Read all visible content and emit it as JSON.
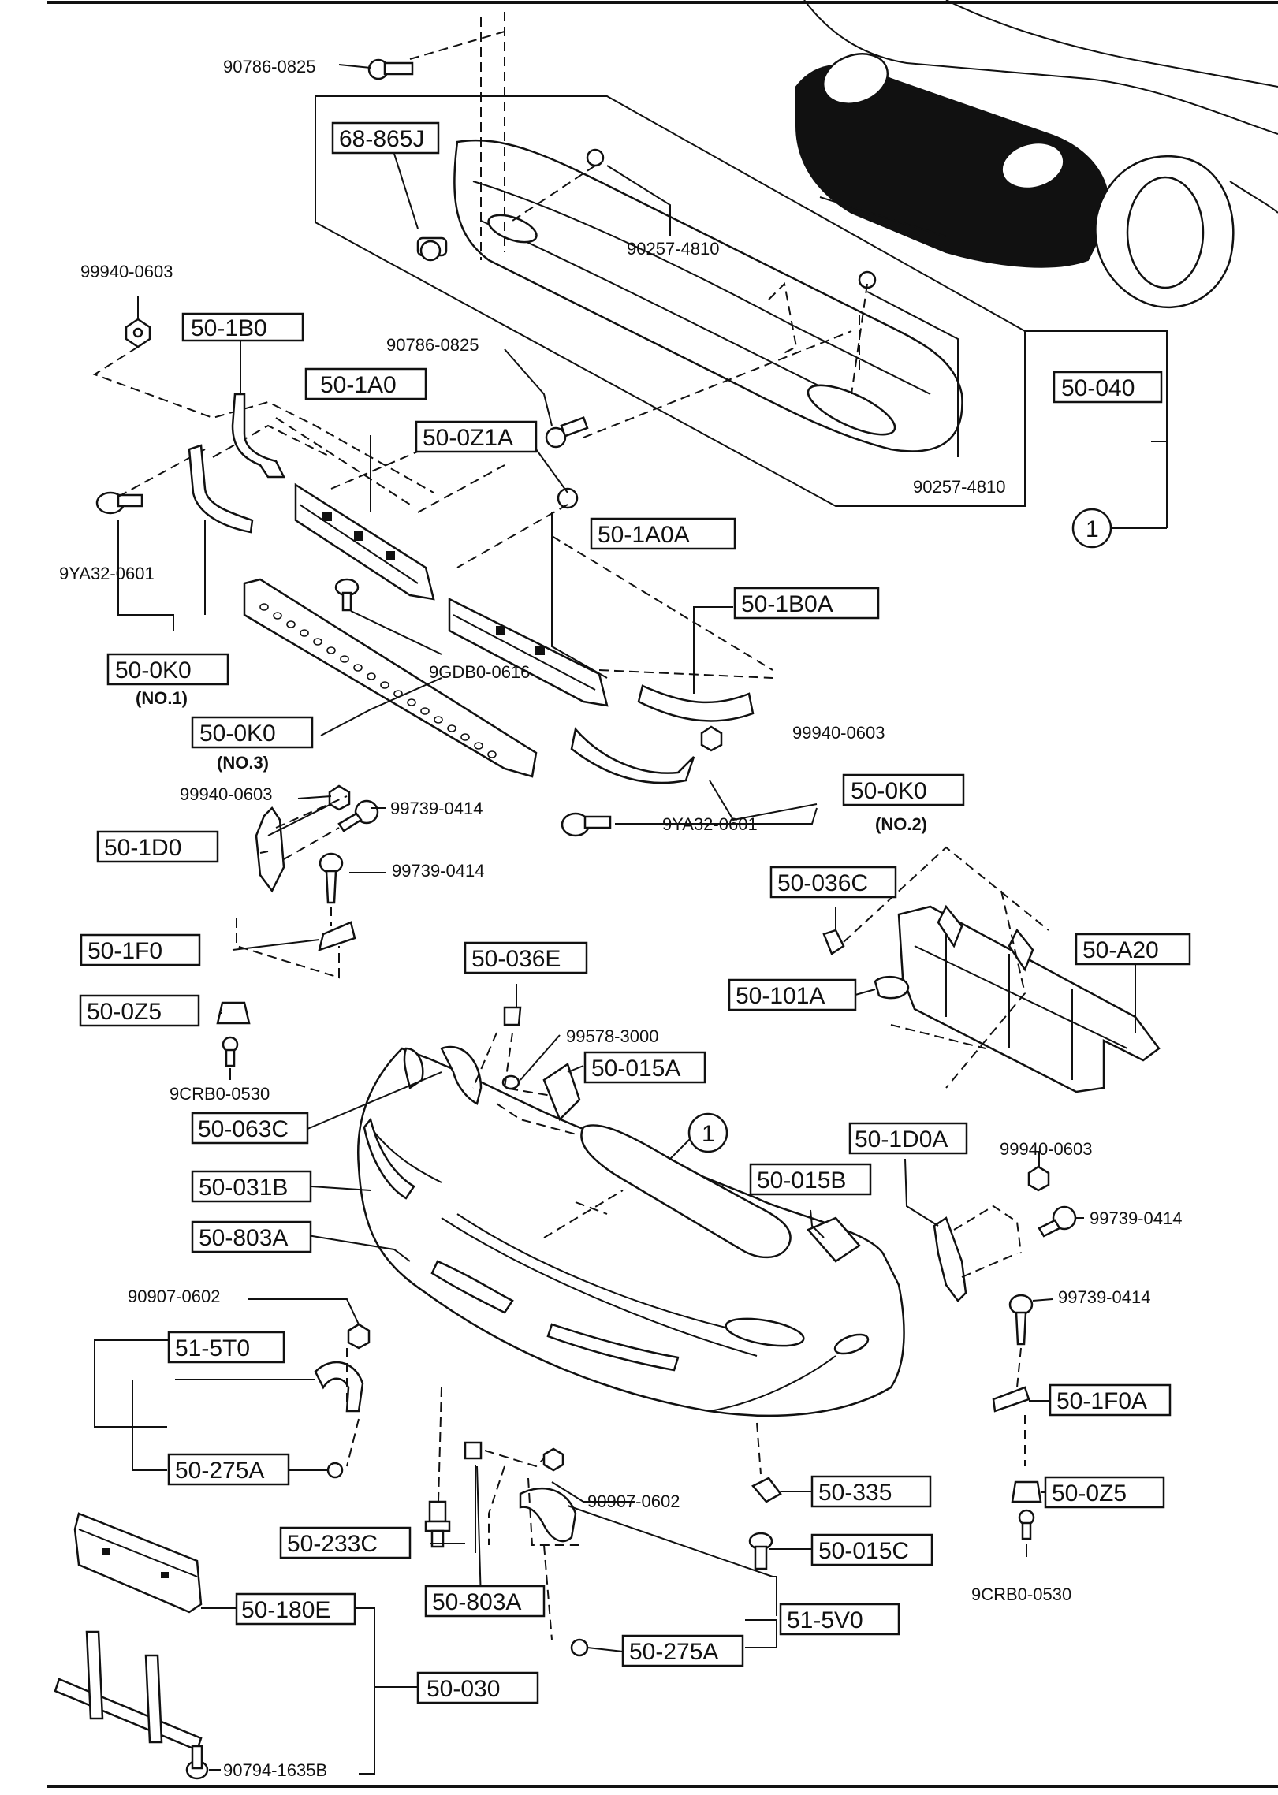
{
  "labels": {
    "l_90786_0825_a": "90786-0825",
    "l_68_865J": "68-865J",
    "l_90257_4810_a": "90257-4810",
    "l_99940_0603_a": "99940-0603",
    "l_50_1B0": "50-1B0",
    "l_90786_0825_b": "90786-0825",
    "l_50_1A0": "50-1A0",
    "l_50_0Z1A": "50-0Z1A",
    "l_50_040": "50-040",
    "l_90257_4810_b": "90257-4810",
    "l_callout_1a": "1",
    "l_9YA32_0601_a": "9YA32-0601",
    "l_50_1A0A": "50-1A0A",
    "l_50_1B0A": "50-1B0A",
    "l_9GDB0_0616": "9GDB0-0616",
    "l_50_0K0_no1": "50-0K0",
    "l_no1": "(NO.1)",
    "l_50_0K0_no3": "50-0K0",
    "l_no3": "(NO.3)",
    "l_99940_0603_b": "99940-0603",
    "l_99940_0603_c": "99940-0603",
    "l_99739_0414_a": "99739-0414",
    "l_50_1D0": "50-1D0",
    "l_9YA32_0601_b": "9YA32-0601",
    "l_50_0K0_no2": "50-0K0",
    "l_no2": "(NO.2)",
    "l_99739_0414_b": "99739-0414",
    "l_50_036C": "50-036C",
    "l_50_1F0": "50-1F0",
    "l_50_A20": "50-A20",
    "l_50_101A": "50-101A",
    "l_50_036E": "50-036E",
    "l_50_0Z5_a": "50-0Z5",
    "l_99578_3000": "99578-3000",
    "l_50_015A": "50-015A",
    "l_9CRB0_0530_a": "9CRB0-0530",
    "l_50_063C": "50-063C",
    "l_callout_1b": "1",
    "l_50_1D0A": "50-1D0A",
    "l_99940_0603_d": "99940-0603",
    "l_50_031B": "50-031B",
    "l_50_015B": "50-015B",
    "l_99739_0414_c": "99739-0414",
    "l_50_803A_a": "50-803A",
    "l_90907_0602_a": "90907-0602",
    "l_99739_0414_d": "99739-0414",
    "l_51_5T0": "51-5T0",
    "l_50_1F0A": "50-1F0A",
    "l_50_275A_a": "50-275A",
    "l_50_335": "50-335",
    "l_50_0Z5_b": "50-0Z5",
    "l_90907_0602_b": "90907-0602",
    "l_50_233C": "50-233C",
    "l_50_015C": "50-015C",
    "l_9CRB0_0530_b": "9CRB0-0530",
    "l_50_803A_b": "50-803A",
    "l_50_180E": "50-180E",
    "l_51_5V0": "51-5V0",
    "l_50_275A_b": "50-275A",
    "l_50_030": "50-030",
    "l_90794_1635B": "90794-1635B"
  }
}
